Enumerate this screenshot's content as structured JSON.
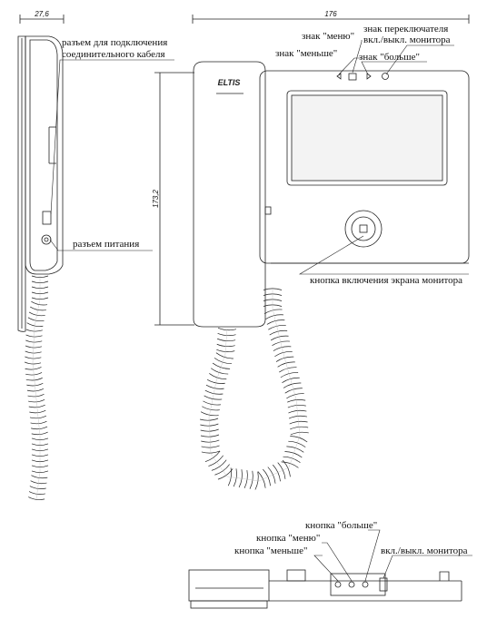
{
  "dimensions": {
    "side_width": "27,6",
    "front_width": "176",
    "height": "173,2"
  },
  "brand": "ELTIS",
  "labels": {
    "cable_connector_line1": "разъем для подключения",
    "cable_connector_line2": "соединительного кабеля",
    "power_connector": "разъем питания",
    "sign_menu": "знак \"меню\"",
    "sign_less": "знак \"меньше\"",
    "sign_more": "знак \"больше\"",
    "sign_switch_line1": "знак переключателя",
    "sign_switch_line2": "вкл./выкл. монитора",
    "screen_button": "кнопка включения экрана монитора",
    "button_more": "кнопка \"больше\"",
    "button_menu": "кнопка \"меню\"",
    "button_less": "кнопка \"меньше\"",
    "monitor_switch": "вкл./выкл. монитора"
  },
  "colors": {
    "line": "#222222",
    "hatch": "#666666",
    "screen_fill": "#f3f3f3"
  }
}
